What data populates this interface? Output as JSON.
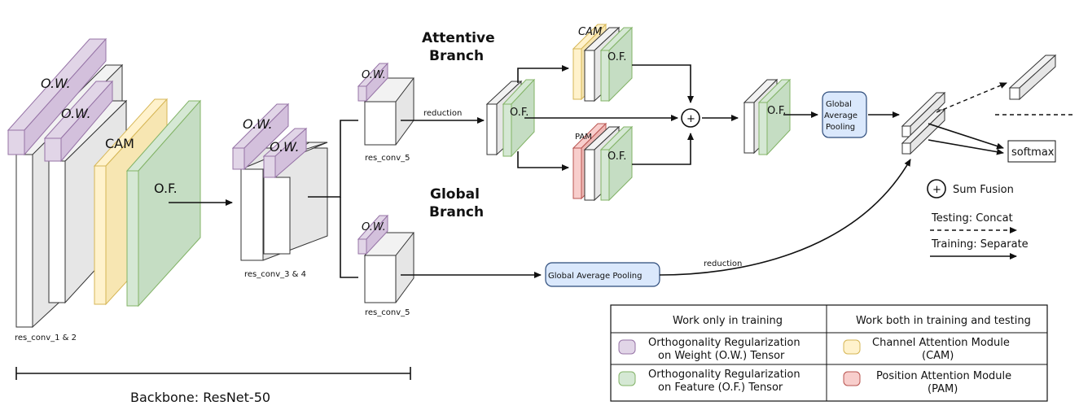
{
  "colors": {
    "purple": "#e1d5e7",
    "purple_stroke": "#9673a6",
    "yellow": "#fff2cc",
    "yellow_stroke": "#d6b656",
    "green": "#d5e8d4",
    "green_stroke": "#82b366",
    "red": "#f8cecc",
    "red_stroke": "#b85450",
    "blue": "#dae8fc",
    "blue_stroke": "#2b4a7a",
    "box_face": "#ffffff",
    "box_side": "#e6e6e6",
    "box_top": "#f2f2f2"
  },
  "labels": {
    "ow": "O.W.",
    "of": "O.F.",
    "cam": "CAM",
    "pam": "PAM",
    "res_conv_1_2": "res_conv_1 & 2",
    "res_conv_3_4": "res_conv_3 & 4",
    "res_conv_5": "res_conv_5",
    "reduction": "reduction",
    "attentive_branch_1": "Attentive",
    "attentive_branch_2": "Branch",
    "global_branch_1": "Global",
    "global_branch_2": "Branch",
    "gap_small_1": "Global",
    "gap_small_2": "Average",
    "gap_small_3": "Pooling",
    "gap_wide": "Global Average Pooling",
    "plus": "+",
    "softmax": "softmax",
    "backbone": "Backbone: ResNet-50"
  },
  "key": {
    "sum_fusion": "Sum Fusion",
    "testing": "Testing: Concat",
    "training": "Training: Separate"
  },
  "legend_table": {
    "col1_header": "Work only in training",
    "col2_header": "Work both in training and testing",
    "row1_left_1": "Orthogonality Regularization",
    "row1_left_2": "on Weight (O.W.) Tensor",
    "row1_right_1": "Channel Attention Module",
    "row1_right_2": "(CAM)",
    "row2_left_1": "Orthogonality Regularization",
    "row2_left_2": "on Feature (O.F.) Tensor",
    "row2_right_1": "Position Attention Module",
    "row2_right_2": "(PAM)"
  }
}
